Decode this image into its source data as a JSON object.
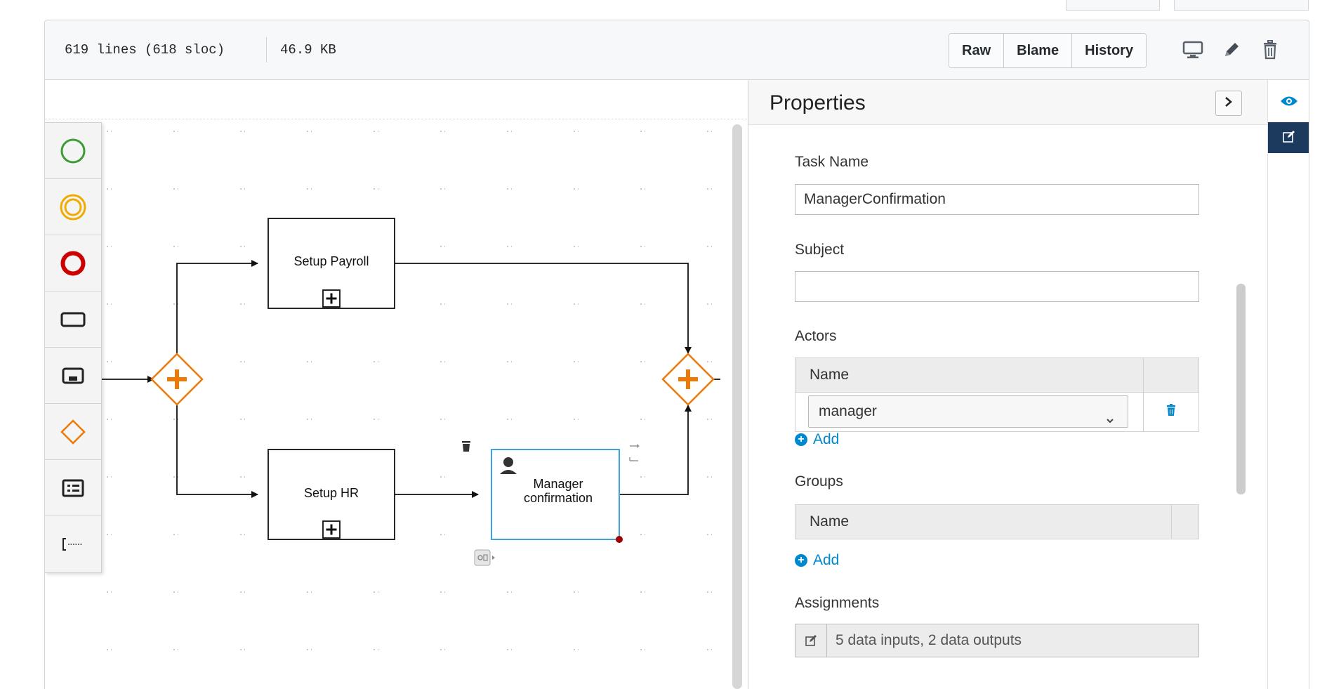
{
  "file_header": {
    "lines_info": "619 lines (618 sloc)",
    "size_info": "46.9 KB",
    "buttons": [
      "Raw",
      "Blame",
      "History"
    ],
    "icons": [
      "desktop-icon",
      "pencil-icon",
      "trash-icon"
    ]
  },
  "palette": {
    "items": [
      "start-event-icon",
      "intermediate-event-icon",
      "end-event-icon",
      "task-icon",
      "subprocess-icon",
      "gateway-icon",
      "lane-icon",
      "text-annotation-icon"
    ]
  },
  "diagram": {
    "nodes": {
      "setup_payroll": "Setup Payroll",
      "setup_hr": "Setup HR",
      "manager_line1": "Manager",
      "manager_line2": "confirmation"
    }
  },
  "properties": {
    "title": "Properties",
    "task_name_label": "Task Name",
    "task_name_value": "ManagerConfirmation",
    "subject_label": "Subject",
    "subject_value": "",
    "actors_label": "Actors",
    "actors_name_header": "Name",
    "actors": [
      {
        "name": "manager"
      }
    ],
    "add_label": "Add",
    "groups_label": "Groups",
    "groups_name_header": "Name",
    "assignments_label": "Assignments",
    "assignments_value": "5 data inputs, 2 data outputs"
  },
  "colors": {
    "start": "#3f9c35",
    "intermediate": "#f0ab00",
    "end": "#cc0000",
    "gateway": "#ec7a08",
    "link": "#0088ce",
    "selected": "#39a5dc",
    "rail_active": "#1b3a5e"
  }
}
